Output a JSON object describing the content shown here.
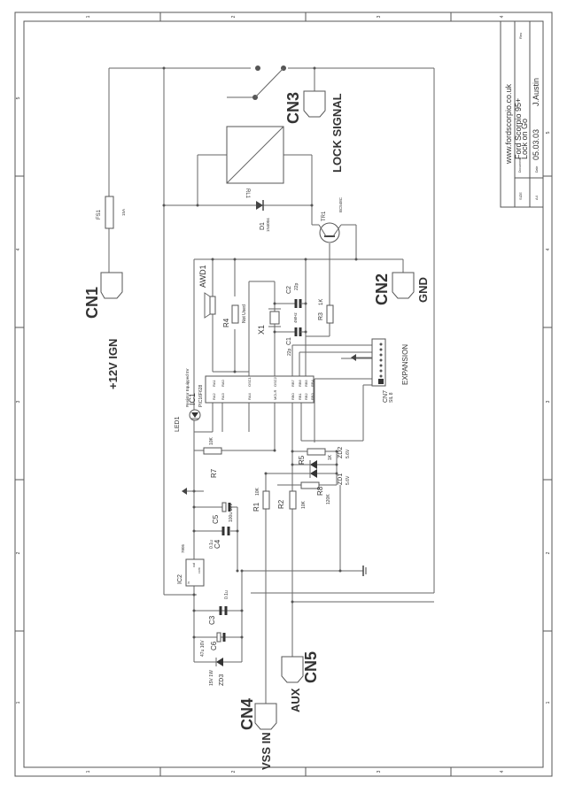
{
  "title_block": {
    "website": "www.fordscorpio.co.uk",
    "document_label": "Document",
    "document_title_line1": "Ford Scorpio 95+",
    "document_title_line2": "Lock on Go",
    "rev_label": "Rev",
    "size_label": "SIZE",
    "size_value": "A4",
    "date_label": "Date",
    "date_value": "05.03.03",
    "author": "J.Austin"
  },
  "frame": {
    "zones_horizontal": [
      "1",
      "2",
      "3",
      "4"
    ],
    "zones_vertical": [
      "5",
      "4",
      "3",
      "2",
      "1"
    ]
  },
  "connectors": {
    "cn1": {
      "ref": "CN1",
      "label": "+12V IGN"
    },
    "cn2": {
      "ref": "CN2",
      "label": "GND"
    },
    "cn3": {
      "ref": "CN3",
      "label": "LOCK SIGNAL"
    },
    "cn4": {
      "ref": "CN4",
      "label": "VSS IN"
    },
    "cn5": {
      "ref": "CN5",
      "label": "AUX"
    },
    "cn7": {
      "ref": "CN7",
      "value": "SIL 8",
      "label": "EXPANSION"
    }
  },
  "components": {
    "fs1": {
      "ref": "FS1",
      "value": "15A"
    },
    "rl1": {
      "ref": "RL1"
    },
    "d1": {
      "ref": "D1",
      "value": "1N4004"
    },
    "tr1": {
      "ref": "TR1",
      "value": "BC548C"
    },
    "awd1": {
      "ref": "AWD1"
    },
    "r4": {
      "ref": "R4",
      "value": "Not Used"
    },
    "x1": {
      "ref": "X1",
      "value": "4MHz"
    },
    "c1": {
      "ref": "C1",
      "value": "22p"
    },
    "c2": {
      "ref": "C2",
      "value": "22p"
    },
    "r3": {
      "ref": "R3",
      "value": "1K"
    },
    "led1": {
      "ref": "LED1",
      "note": "Resistor Equipped 5V"
    },
    "ic1": {
      "ref": "IC1",
      "value": "PIC16F628",
      "pins_left": [
        "RA1",
        "RA0",
        "OSC1",
        "OSC2"
      ],
      "pins_left_bottom": [
        "RA2",
        "RA3",
        "RA4",
        "MCLR"
      ],
      "pins_right_top": [
        "RB7",
        "RB6",
        "RB5",
        "RB4"
      ],
      "pins_right_bottom": [
        "RB0",
        "RB1",
        "RB2",
        "RB3"
      ]
    },
    "r7": {
      "ref": "R7",
      "value": "10K"
    },
    "r5": {
      "ref": "R5",
      "value": "1K"
    },
    "zd1": {
      "ref": "ZD1",
      "value": "5.6V"
    },
    "zd2": {
      "ref": "ZD2",
      "value": "5.6V"
    },
    "r1": {
      "ref": "R1",
      "value": "10K"
    },
    "r2": {
      "ref": "R2",
      "value": "10K"
    },
    "r8": {
      "ref": "R8",
      "value": "120K"
    },
    "c5": {
      "ref": "C5",
      "value": "100u 16V"
    },
    "c4": {
      "ref": "C4",
      "value": "0.1u"
    },
    "ic2": {
      "ref": "IC2",
      "value": "7805",
      "pin_in": "in",
      "pin_out": "out",
      "pin_com": "com"
    },
    "c3": {
      "ref": "C3",
      "value": "0.1u"
    },
    "c6": {
      "ref": "C6",
      "value": "47u 16V"
    },
    "zd3": {
      "ref": "ZD3",
      "value": "15V 1W"
    }
  }
}
